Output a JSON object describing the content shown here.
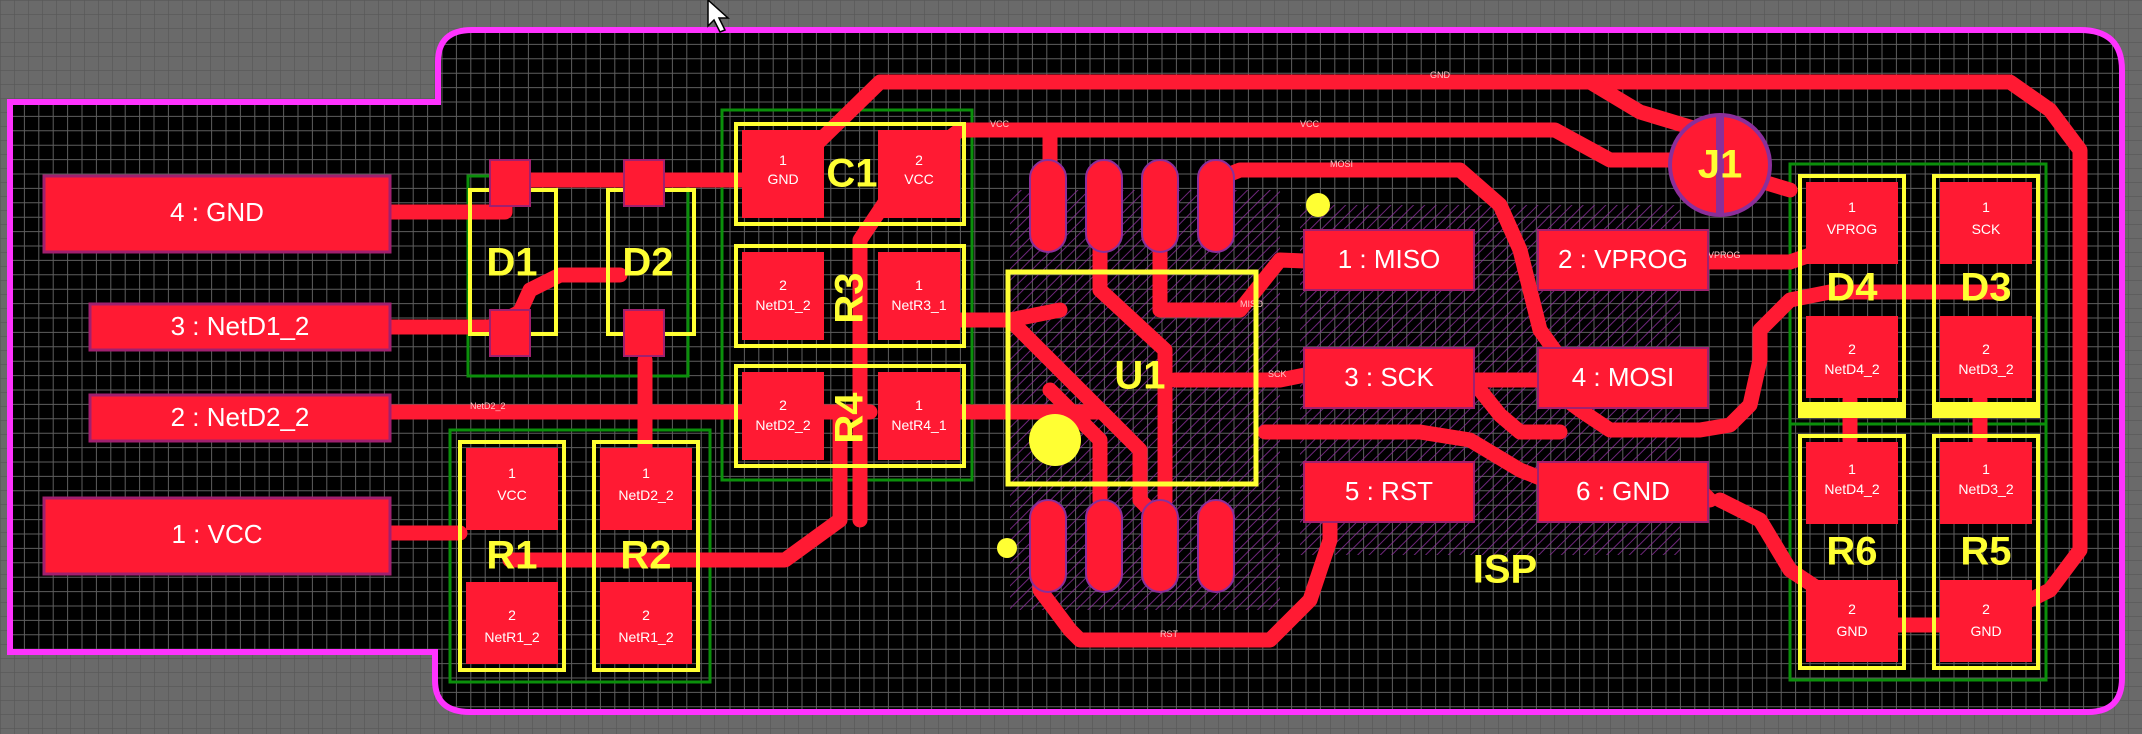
{
  "usb_pads": [
    {
      "label": "4 : GND"
    },
    {
      "label": "3 : NetD1_2"
    },
    {
      "label": "2 : NetD2_2"
    },
    {
      "label": "1 : VCC"
    }
  ],
  "components": {
    "D1": {
      "ref": "D1"
    },
    "D2": {
      "ref": "D2"
    },
    "C1": {
      "ref": "C1",
      "pin1": "1",
      "pin1_net": "GND",
      "pin2": "2",
      "pin2_net": "VCC"
    },
    "R3": {
      "ref": "R3",
      "pin1": "1",
      "pin1_net": "NetR3_1",
      "pin2": "2",
      "pin2_net": "NetD1_2"
    },
    "R4": {
      "ref": "R4",
      "pin1": "1",
      "pin1_net": "NetR4_1",
      "pin2": "2",
      "pin2_net": "NetD2_2"
    },
    "R1": {
      "ref": "R1",
      "pin1": "1",
      "pin1_net": "VCC",
      "pin2": "2",
      "pin2_net": "NetR1_2"
    },
    "R2": {
      "ref": "R2",
      "pin1": "1",
      "pin1_net": "NetD2_2",
      "pin2": "2",
      "pin2_net": "NetR1_2"
    },
    "U1": {
      "ref": "U1"
    },
    "J1": {
      "ref": "J1"
    },
    "D4": {
      "ref": "D4",
      "pin1": "1",
      "pin1_net": "VPROG",
      "pin2": "2",
      "pin2_net": "NetD4_2"
    },
    "D3": {
      "ref": "D3",
      "pin1": "1",
      "pin1_net": "SCK",
      "pin2": "2",
      "pin2_net": "NetD3_2"
    },
    "R6": {
      "ref": "R6",
      "pin1": "1",
      "pin1_net": "NetD4_2",
      "pin2": "2",
      "pin2_net": "GND"
    },
    "R5": {
      "ref": "R5",
      "pin1": "1",
      "pin1_net": "NetD3_2",
      "pin2": "2",
      "pin2_net": "GND"
    }
  },
  "isp": {
    "ref": "ISP",
    "pads": [
      {
        "label": "1 : MISO"
      },
      {
        "label": "2 : VPROG"
      },
      {
        "label": "3 : SCK"
      },
      {
        "label": "4 : MOSI"
      },
      {
        "label": "5 : RST"
      },
      {
        "label": "6 : GND"
      }
    ]
  },
  "net_labels": {
    "gnd": "GND",
    "vcc": "VCC",
    "mosi": "MOSI",
    "miso": "MISO",
    "sck": "SCK",
    "rst": "RST",
    "vprog": "VPROG",
    "netd2": "NetD2_2"
  },
  "colors": {
    "background": "#000000",
    "outline": "#ff33ff",
    "copper": "#ff1a33",
    "silkscreen": "#ffff33",
    "courtyard": "#008000",
    "keepout": "#9933aa",
    "grid": "#5a5a5a"
  }
}
